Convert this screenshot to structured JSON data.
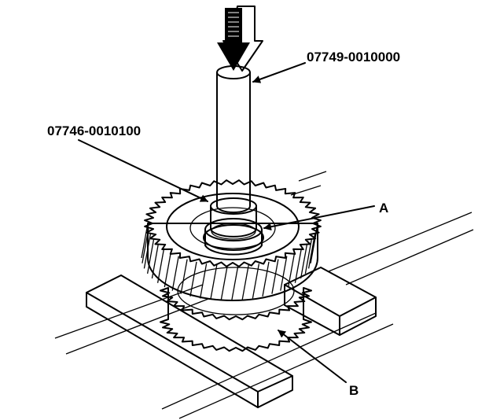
{
  "labels": {
    "tool_driver": "07749-0010000",
    "tool_attachment": "07746-0010100",
    "part_a": "A",
    "part_b": "B"
  },
  "icons": {
    "press_arrow": "down-arrow-icon"
  }
}
